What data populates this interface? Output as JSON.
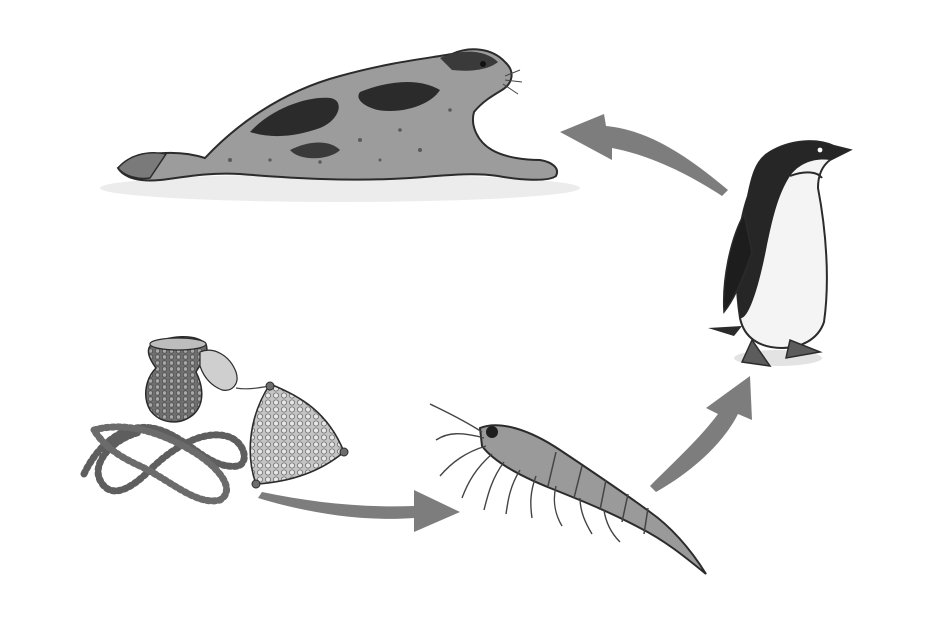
{
  "diagram": {
    "type": "food-chain-cycle",
    "nodes": [
      {
        "id": "phytoplankton",
        "icon": "phytoplankton-icon"
      },
      {
        "id": "krill",
        "icon": "krill-icon"
      },
      {
        "id": "penguin",
        "icon": "penguin-icon"
      },
      {
        "id": "seal",
        "icon": "seal-icon"
      }
    ],
    "edges": [
      {
        "from": "phytoplankton",
        "to": "krill"
      },
      {
        "from": "krill",
        "to": "penguin"
      },
      {
        "from": "penguin",
        "to": "seal"
      }
    ],
    "colors": {
      "arrow": "#7d7d7d",
      "dark": "#2b2b2b",
      "mid": "#8f8f8f",
      "light": "#d9d9d9",
      "shadow": "#e9e9e9"
    }
  }
}
